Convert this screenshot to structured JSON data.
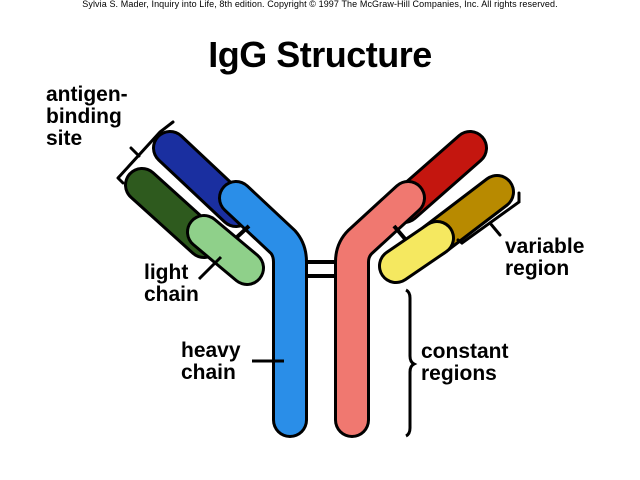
{
  "copyright": "Sylvia S. Mader, Inquiry into Life, 8th edition. Copyright © 1997 The McGraw-Hill Companies, Inc. All rights reserved.",
  "title": "IgG Structure",
  "labels": {
    "antigen_binding_site": [
      "antigen-",
      "binding",
      "site"
    ],
    "light_chain": [
      "light",
      "chain"
    ],
    "heavy_chain": [
      "heavy",
      "chain"
    ],
    "variable_region": [
      "variable",
      "region"
    ],
    "constant_regions": [
      "constant",
      "regions"
    ]
  },
  "colors": {
    "left_heavy_variable": "#1a2fa0",
    "left_heavy_constant": "#2a8ee8",
    "left_light_variable": "#2e5a1e",
    "left_light_constant": "#8fd08a",
    "right_heavy_variable": "#c4160f",
    "right_heavy_constant": "#f07870",
    "right_light_variable": "#b88a00",
    "right_light_constant": "#f5e860",
    "outline": "#000000"
  }
}
